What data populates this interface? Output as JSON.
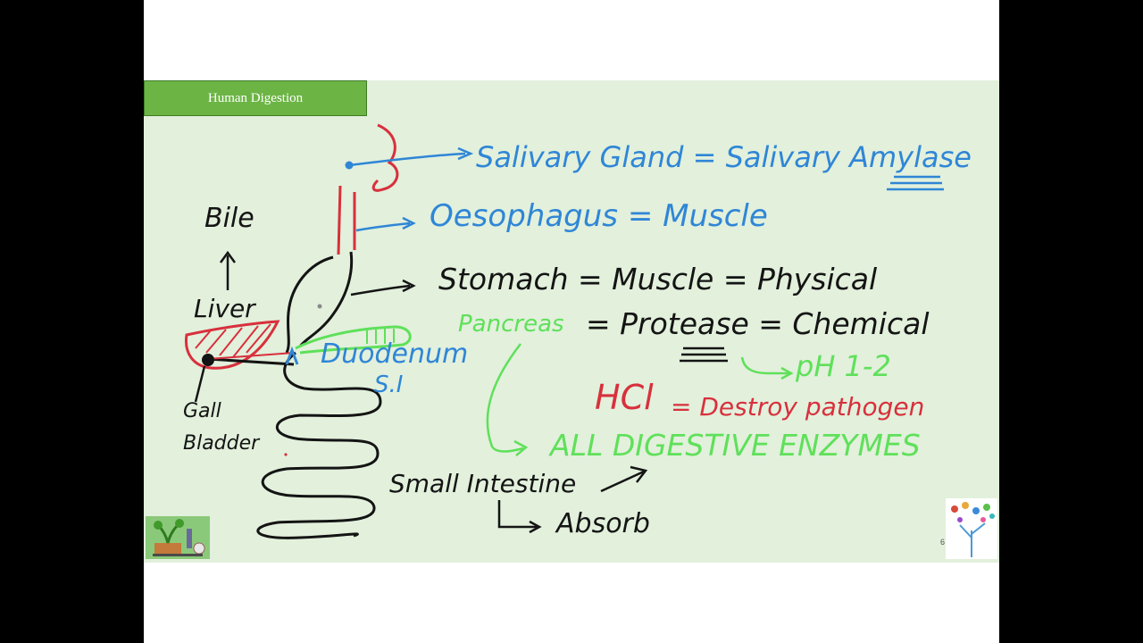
{
  "slide": {
    "title": "Human Digestion",
    "page_number": "6"
  },
  "notes": {
    "salivary": "Salivary Gland = Salivary Amylase",
    "oesophagus": "Oesophagus = Muscle",
    "stomach": "Stomach = Muscle = Physical",
    "pancreas_label": "Pancreas",
    "pancreas_rest": "= Protease = Chemical",
    "ph": "pH 1-2",
    "hcl": "HCl",
    "hcl_rest": "= Destroy pathogen",
    "enzymes": "ALL DIGESTIVE ENZYMES",
    "small_intestine": "Small Intestine",
    "absorb": "Absorb",
    "bile": "Bile",
    "liver": "Liver",
    "duodenum": "Duodenum",
    "si": "S.I",
    "gall": "Gall",
    "bladder": "Bladder"
  },
  "colors": {
    "blue_ink": "#2f86d6",
    "black_ink": "#141414",
    "green_ink": "#5fe05a",
    "red_ink": "#d8303c",
    "banner": "#6cb545",
    "slide_bg": "#e2f0dc"
  }
}
